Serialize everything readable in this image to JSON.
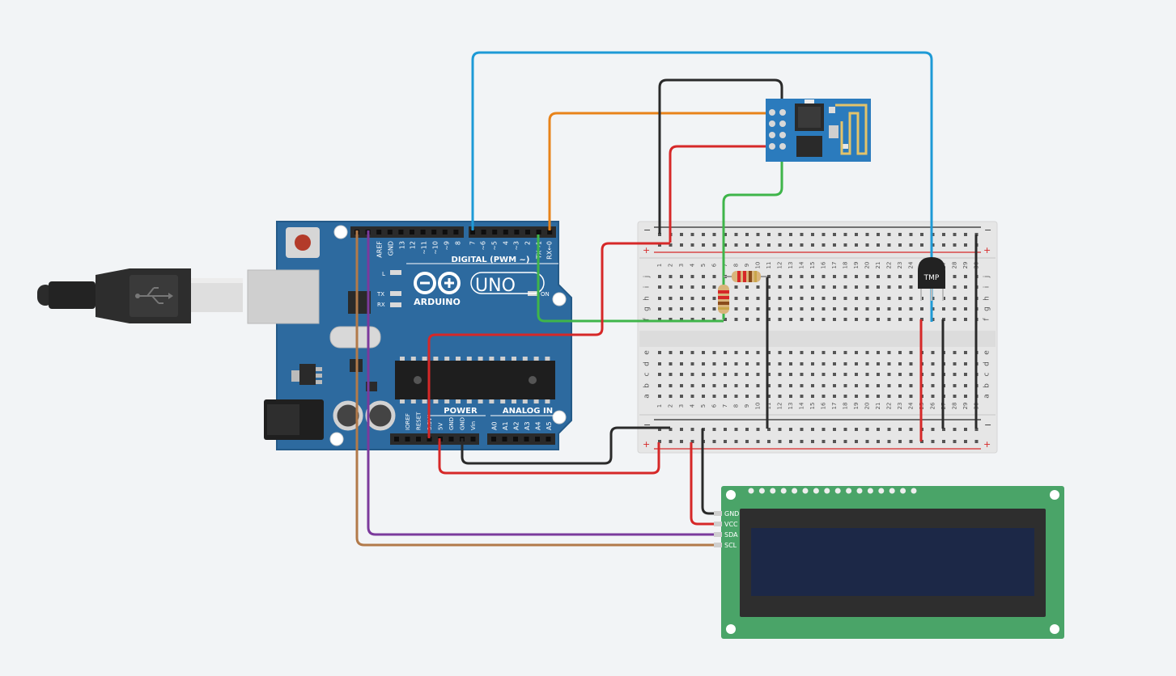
{
  "arduino": {
    "brand": "ARDUINO",
    "model": "UNO",
    "digital_header": "DIGITAL (PWM ~)",
    "power_header": "POWER",
    "analog_header": "ANALOG IN",
    "led_l": "L",
    "led_tx": "TX",
    "led_rx": "RX",
    "led_on": "ON",
    "top_pins": [
      "AREF",
      "GND",
      "13",
      "12",
      "~11",
      "~10",
      "~9",
      "8",
      "7",
      "~6",
      "~5",
      "4",
      "~3",
      "2",
      "TX→1",
      "RX←0"
    ],
    "power_pins": [
      "IOREF",
      "RESET",
      "3.3V",
      "5V",
      "GND",
      "GND",
      "Vin"
    ],
    "analog_pins": [
      "A0",
      "A1",
      "A2",
      "A3",
      "A4",
      "A5"
    ]
  },
  "breadboard": {
    "top_row_letters": [
      "j",
      "i",
      "h",
      "g",
      "f"
    ],
    "bottom_row_letters": [
      "e",
      "d",
      "c",
      "b",
      "a"
    ],
    "columns": [
      "1",
      "2",
      "3",
      "4",
      "5",
      "6",
      "7",
      "8",
      "9",
      "10",
      "11",
      "12",
      "13",
      "14",
      "15",
      "16",
      "17",
      "18",
      "19",
      "20",
      "21",
      "22",
      "23",
      "24",
      "25",
      "26",
      "27",
      "28",
      "29",
      "30"
    ],
    "rail_minus": "−",
    "rail_plus": "+"
  },
  "sensor": {
    "label": "TMP"
  },
  "lcd": {
    "pins": [
      "GND",
      "VCC",
      "SDA",
      "SCL"
    ]
  },
  "colors": {
    "background": "#f2f4f6",
    "arduino_board": "#2d6a9f",
    "breadboard": "#e8e8e8",
    "lcd_pcb": "#4aa468",
    "lcd_screen": "#1c2847",
    "esp_board": "#2b7bbd",
    "wire_blue": "#1e9ad6",
    "wire_orange": "#e8831a",
    "wire_black": "#2a2a2a",
    "wire_red": "#d62828",
    "wire_green": "#3fb54a",
    "wire_purple": "#7b3a9c",
    "wire_brown": "#b27a4a"
  }
}
